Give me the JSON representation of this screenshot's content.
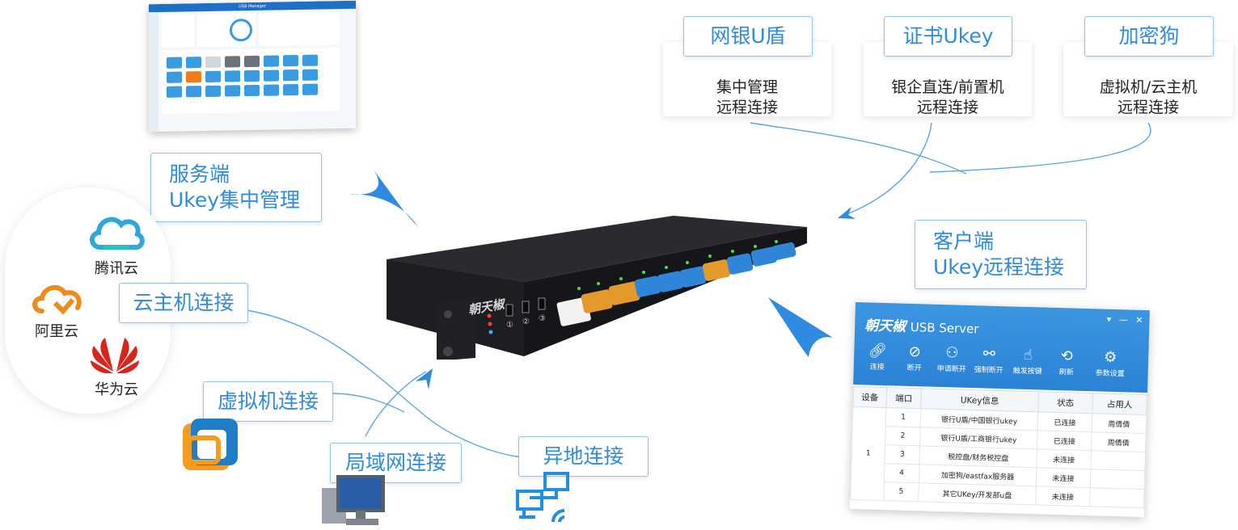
{
  "top_cards": [
    {
      "title": "网银U盾",
      "lines": [
        "集中管理",
        "远程连接"
      ]
    },
    {
      "title": "证书Ukey",
      "lines": [
        "银企直连/前置机",
        "远程连接"
      ]
    },
    {
      "title": "加密狗",
      "lines": [
        "虚拟机/云主机",
        "远程连接"
      ]
    }
  ],
  "server_label": [
    "服务端",
    "Ukey集中管理"
  ],
  "client_label": [
    "客户端",
    "Ukey远程连接"
  ],
  "clouds": [
    "腾讯云",
    "阿里云",
    "华为云"
  ],
  "connections": {
    "cloud_host": "云主机连接",
    "vm": "虚拟机连接",
    "lan": "局域网连接",
    "remote": "异地连接"
  },
  "device": {
    "brand": "朝天椒",
    "ports": [
      "①",
      "②",
      "③"
    ]
  },
  "dashboard": {
    "title": "USB Manager"
  },
  "usb_server": {
    "brand": "朝天椒",
    "product": "USB Server",
    "toolbar": [
      "连接",
      "断开",
      "申请断开",
      "强制断开",
      "触发按键",
      "刷新",
      "参数设置"
    ],
    "table_headers": [
      "设备",
      "端口",
      "UKey信息",
      "状态",
      "占用人"
    ],
    "device_id": "1",
    "rows": [
      {
        "port": "1",
        "info": "银行U盾/中国银行ukey",
        "status": "已连接",
        "user": "周倩倩"
      },
      {
        "port": "2",
        "info": "银行U盾/工商银行ukey",
        "status": "已连接",
        "user": "周倩倩"
      },
      {
        "port": "3",
        "info": "税控盘/财务税控盘",
        "status": "未连接",
        "user": ""
      },
      {
        "port": "4",
        "info": "加密狗/eastfax服务器",
        "status": "未连接",
        "user": ""
      },
      {
        "port": "5",
        "info": "其它UKey/开发部u盘",
        "status": "未连接",
        "user": ""
      }
    ]
  },
  "colors": {
    "accent": "#2f8be0",
    "line": "#5aa7e8",
    "arrow": "#2f8be0",
    "device": "#1c1c1f"
  }
}
